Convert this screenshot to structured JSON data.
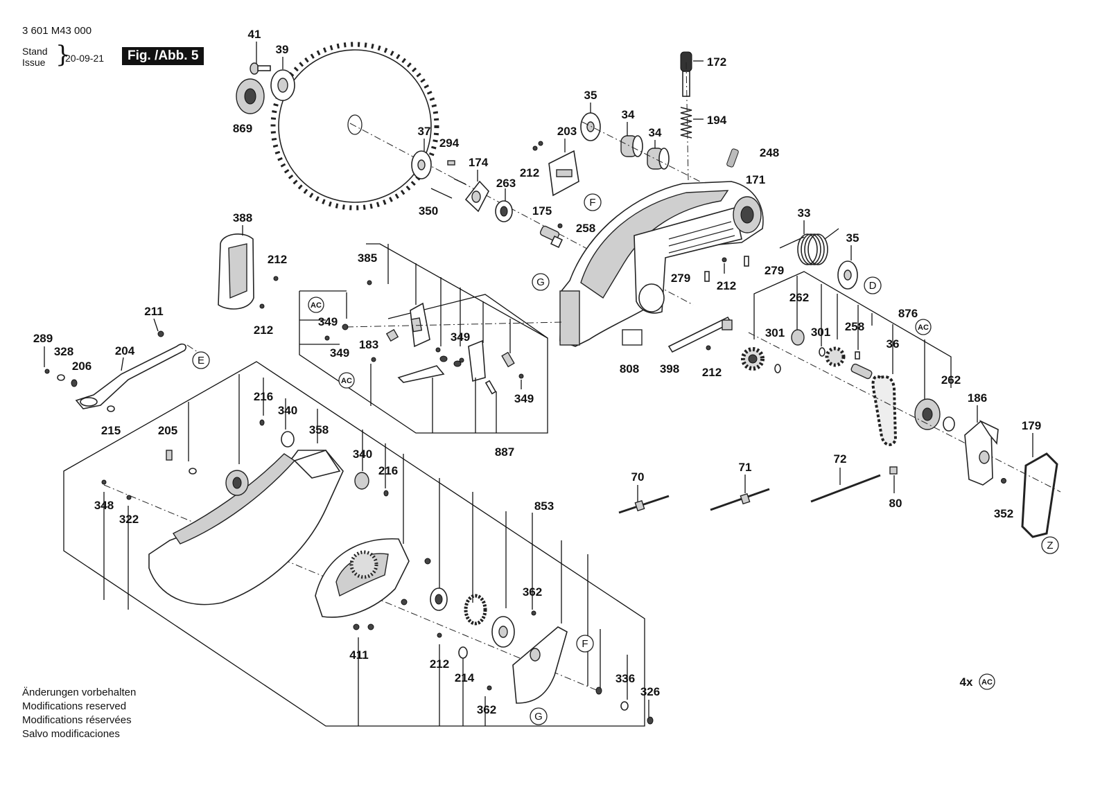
{
  "header": {
    "document_number": "3 601 M43 000",
    "stand_label": "Stand",
    "issue_label": "Issue",
    "issue_date": "20-09-21",
    "figure_badge": "Fig. /Abb. 5"
  },
  "callouts": {
    "c41": "41",
    "c39": "39",
    "c869": "869",
    "c172": "172",
    "c194": "194",
    "c35a": "35",
    "c34a": "34",
    "c34b": "34",
    "c203": "203",
    "c37": "37",
    "c294": "294",
    "c174": "174",
    "c212a": "212",
    "c248": "248",
    "c171": "171",
    "c263": "263",
    "c350": "350",
    "c175": "175",
    "c258a": "258",
    "c33": "33",
    "c35b": "35",
    "c388": "388",
    "c212b": "212",
    "c212c": "212",
    "c385": "385",
    "c279a": "279",
    "c212d": "212",
    "c279b": "279",
    "c262a": "262",
    "c301a": "301",
    "c301b": "301",
    "c258b": "258",
    "c876": "876",
    "c36": "36",
    "c262b": "262",
    "c186": "186",
    "c179": "179",
    "c211": "211",
    "c204": "204",
    "c289": "289",
    "c328": "328",
    "c206": "206",
    "c215": "215",
    "c349a": "349",
    "c183": "183",
    "c349b": "349",
    "c349c": "349",
    "c349d": "349",
    "c887": "887",
    "c808": "808",
    "c398": "398",
    "c212e": "212",
    "c216a": "216",
    "c340a": "340",
    "c358": "358",
    "c205": "205",
    "c340b": "340",
    "c216b": "216",
    "c70": "70",
    "c71": "71",
    "c72": "72",
    "c80": "80",
    "c352": "352",
    "c348": "348",
    "c322": "322",
    "c853": "853",
    "c362a": "362",
    "c411": "411",
    "c212f": "212",
    "c214": "214",
    "c362b": "362",
    "c336": "336",
    "c326": "326"
  },
  "reference_letters": {
    "E": "E",
    "F1": "F",
    "G1": "G",
    "D": "D",
    "Z": "Z",
    "F2": "F",
    "G2": "G"
  },
  "ac_badge": "AC",
  "quantity_note": "4x",
  "footer": {
    "line1": "Änderungen vorbehalten",
    "line2": "Modifications reserved",
    "line3": "Modifications réservées",
    "line4": "Salvo modificaciones"
  }
}
